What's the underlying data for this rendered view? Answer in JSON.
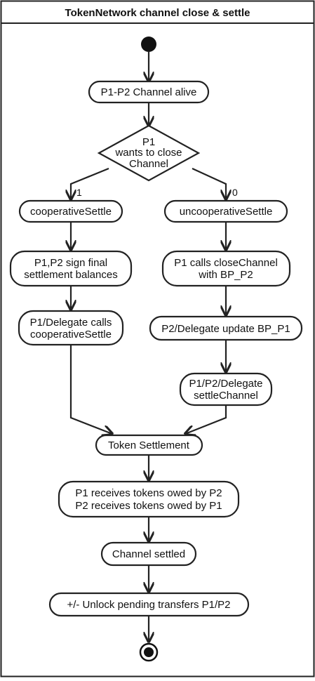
{
  "title": "TokenNetwork channel close & settle",
  "nodes": {
    "alive": "P1-P2 Channel alive",
    "decision": [
      "P1",
      "wants to close",
      "Channel"
    ],
    "coop": "cooperativeSettle",
    "uncoop": "uncooperativeSettle",
    "sign": [
      "P1,P2 sign final",
      "settlement balances"
    ],
    "close_channel": [
      "P1 calls closeChannel",
      "with BP_P2"
    ],
    "delegate_coop": [
      "P1/Delegate calls",
      "cooperativeSettle"
    ],
    "update": "P2/Delegate update BP_P1",
    "settle_channel": [
      "P1/P2/Delegate",
      "settleChannel"
    ],
    "token_settlement": "Token Settlement",
    "receives": [
      "P1 receives tokens owed by P2",
      "P2 receives tokens owed by P1"
    ],
    "channel_settled": "Channel settled",
    "unlock": "+/- Unlock pending transfers P1/P2"
  },
  "branch_labels": {
    "left": "1",
    "right": "0"
  }
}
